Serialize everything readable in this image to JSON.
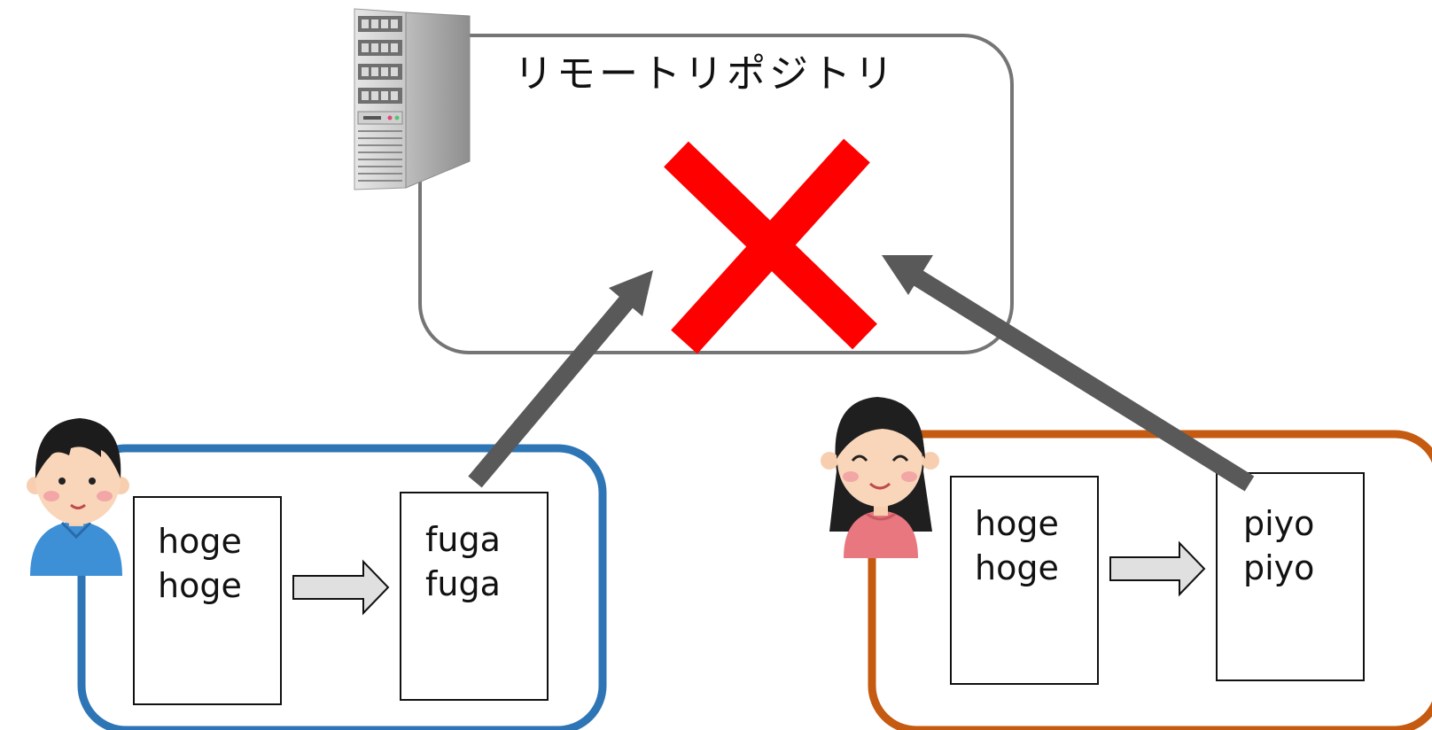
{
  "remote": {
    "title": "リモートリポジトリ",
    "box_color": "#757575",
    "reject_color": "#ff0000"
  },
  "left_user": {
    "box_color": "#2e75b6",
    "before_lines": [
      "hoge",
      "hoge"
    ],
    "after_lines": [
      "fuga",
      "fuga"
    ]
  },
  "right_user": {
    "box_color": "#c55a11",
    "before_lines": [
      "hoge",
      "hoge"
    ],
    "after_lines": [
      "piyo",
      "piyo"
    ]
  },
  "push_arrow_color": "#595959",
  "change_arrow_color": "#e0e0e0"
}
